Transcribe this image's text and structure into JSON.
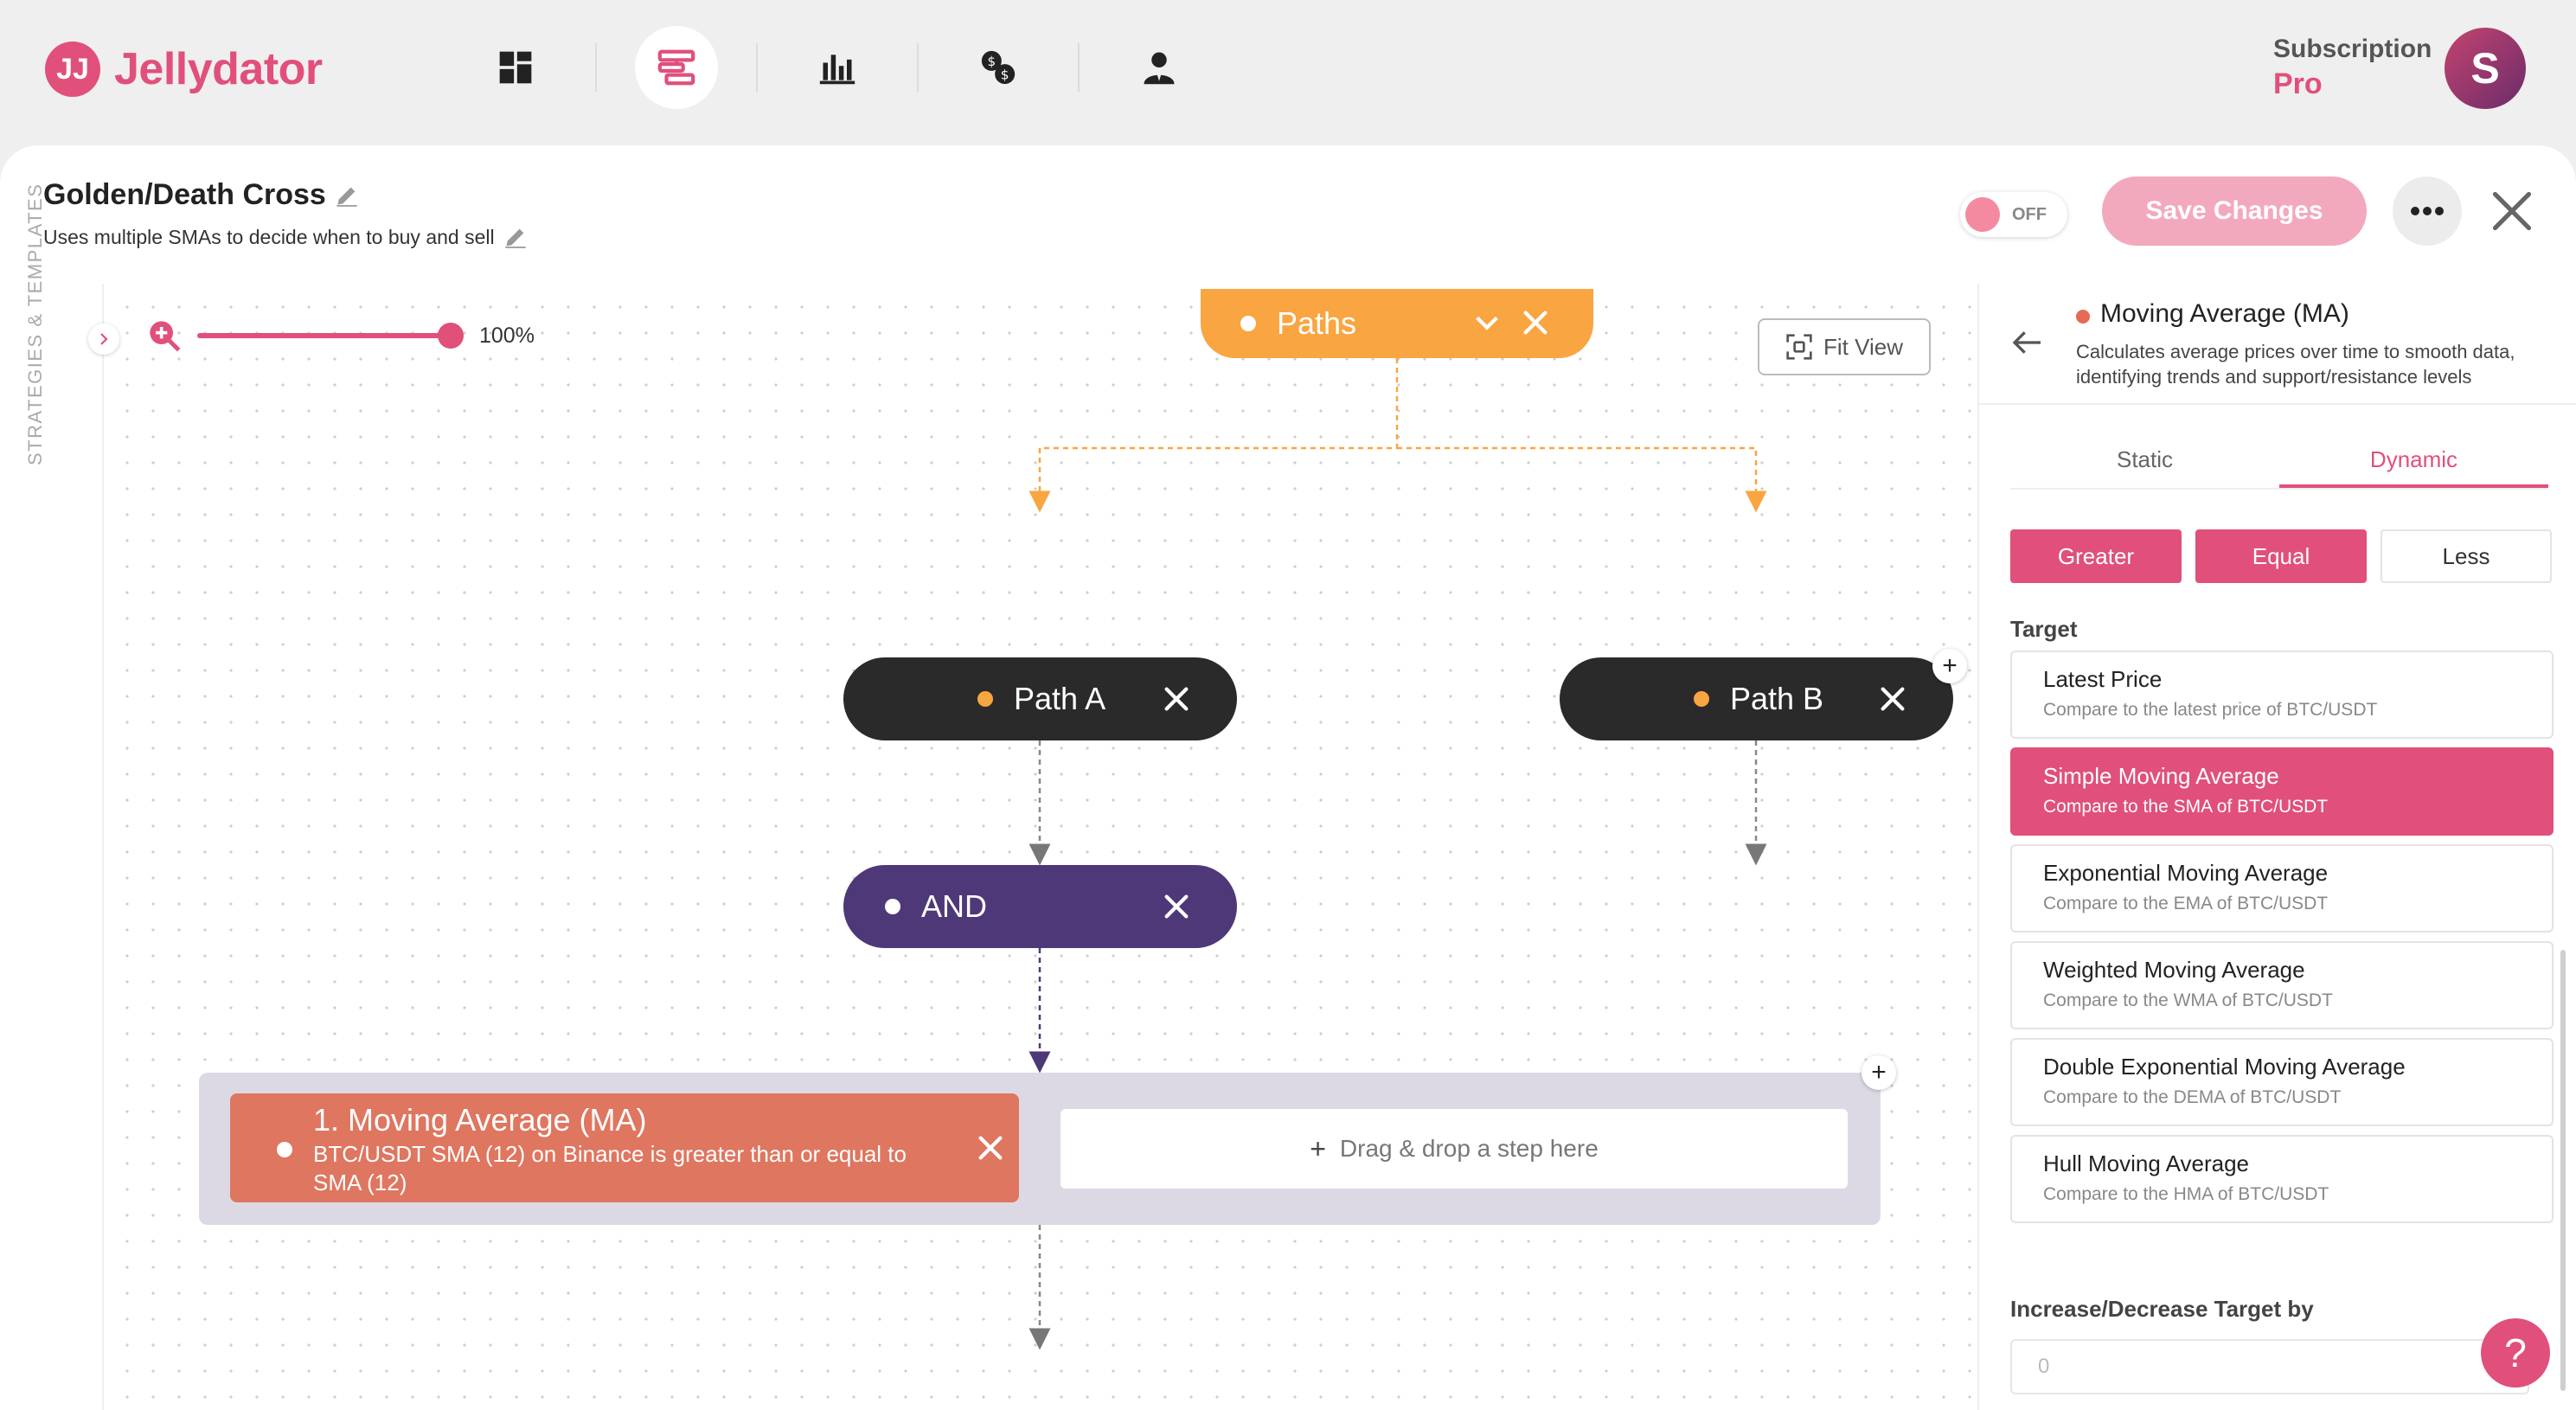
{
  "brand": {
    "logo_mark": "JJ",
    "name": "Jellydator",
    "accent": "#e0507a"
  },
  "nav": [
    {
      "icon": "dashboard-icon",
      "active": false
    },
    {
      "icon": "strategies-icon",
      "active": true
    },
    {
      "icon": "chart-icon",
      "active": false
    },
    {
      "icon": "exchange-icon",
      "active": false
    },
    {
      "icon": "user-icon",
      "active": false
    }
  ],
  "subscription": {
    "label": "Subscription",
    "plan": "Pro"
  },
  "user": {
    "initial": "S"
  },
  "strategy": {
    "title": "Golden/Death Cross",
    "description": "Uses multiple SMAs to decide when to buy and sell",
    "toggle_state": "OFF",
    "save_label": "Save Changes"
  },
  "canvas": {
    "side_label": "STRATEGIES & TEMPLATES",
    "zoom": "100%",
    "fit_view": "Fit View",
    "nodes": {
      "paths": "Paths",
      "path_a": "Path A",
      "path_b": "Path B",
      "and": "AND"
    },
    "step": {
      "title": "1. Moving Average (MA)",
      "description": "BTC/USDT SMA (12) on Binance is greater than or equal to SMA (12)"
    },
    "drop_placeholder": "Drag & drop a step here"
  },
  "sidebar": {
    "title": "Moving Average (MA)",
    "description": "Calculates average prices over time to smooth data, identifying trends and support/resistance levels",
    "tabs": [
      "Static",
      "Dynamic"
    ],
    "active_tab": "Dynamic",
    "comparisons": [
      {
        "label": "Greater",
        "selected": true
      },
      {
        "label": "Equal",
        "selected": true
      },
      {
        "label": "Less",
        "selected": false
      }
    ],
    "target_label": "Target",
    "targets": [
      {
        "name": "Latest Price",
        "desc": "Compare to the latest price of BTC/USDT",
        "selected": false
      },
      {
        "name": "Simple Moving Average",
        "desc": "Compare to the SMA of BTC/USDT",
        "selected": true
      },
      {
        "name": "Exponential Moving Average",
        "desc": "Compare to the EMA of BTC/USDT",
        "selected": false
      },
      {
        "name": "Weighted Moving Average",
        "desc": "Compare to the WMA of BTC/USDT",
        "selected": false
      },
      {
        "name": "Double Exponential Moving Average",
        "desc": "Compare to the DEMA of BTC/USDT",
        "selected": false
      },
      {
        "name": "Hull Moving Average",
        "desc": "Compare to the HMA of BTC/USDT",
        "selected": false
      }
    ],
    "increase_label": "Increase/Decrease Target by",
    "increase_value": "0",
    "increase_unit": "%"
  },
  "help_label": "?"
}
